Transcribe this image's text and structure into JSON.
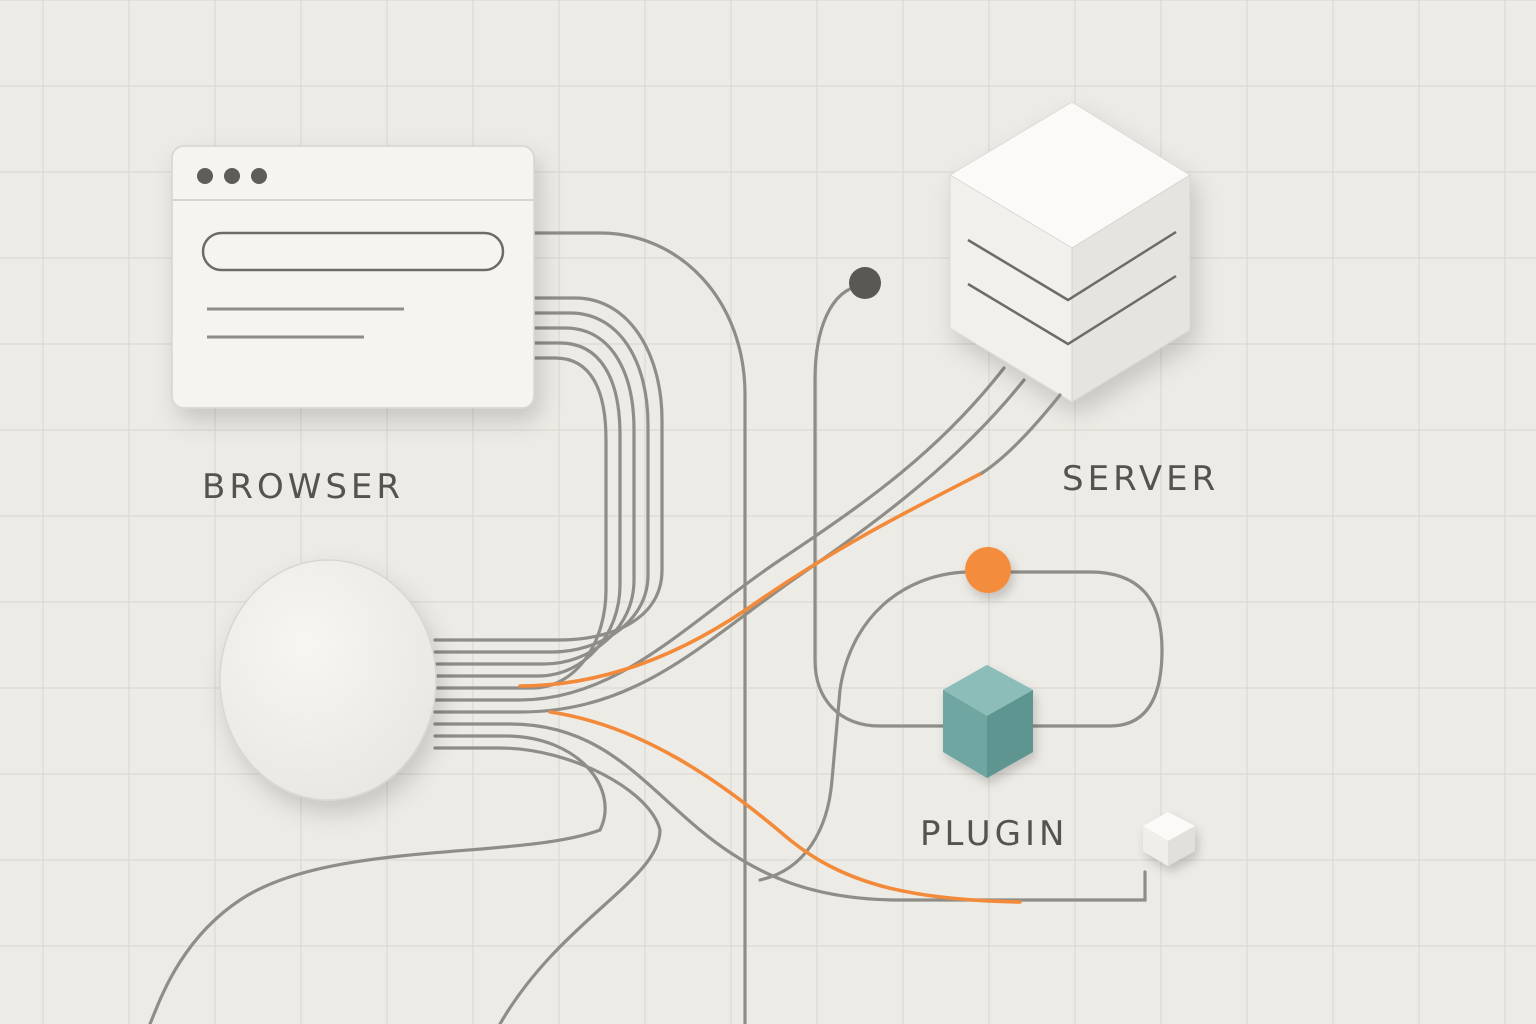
{
  "labels": {
    "browser": "BROWSER",
    "server": "SERVER",
    "plugin": "PLUGIN"
  },
  "colors": {
    "background": "#edebe6",
    "grid_line": "#dcd9d2",
    "surface": "#f5f4f1",
    "wire": "#8f8d88",
    "accent": "#f28a3a",
    "plugin_cube": "#6fa6a2",
    "label_text": "#55534f"
  },
  "icons": [
    "browser-window-icon",
    "server-cube-icon",
    "plugin-hexagon-icon",
    "small-cube-icon",
    "hub-circle-icon"
  ]
}
